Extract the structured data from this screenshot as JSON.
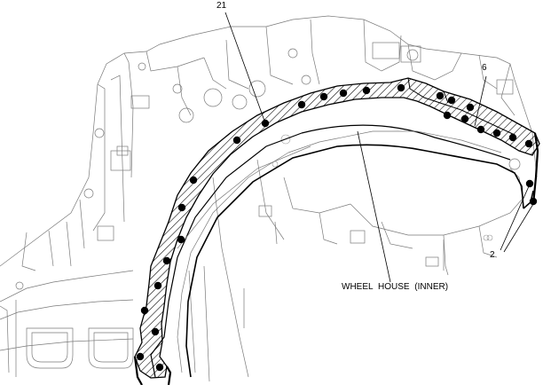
{
  "callouts": {
    "part_21": "21",
    "part_6": "6",
    "part_2": "2",
    "wheel_house_inner": "WHEEL HOUSE (INNER)"
  },
  "colors": {
    "outline": "#000000",
    "line_art": "#7a7a7a",
    "hatch": "#000000",
    "background": "#ffffff"
  }
}
